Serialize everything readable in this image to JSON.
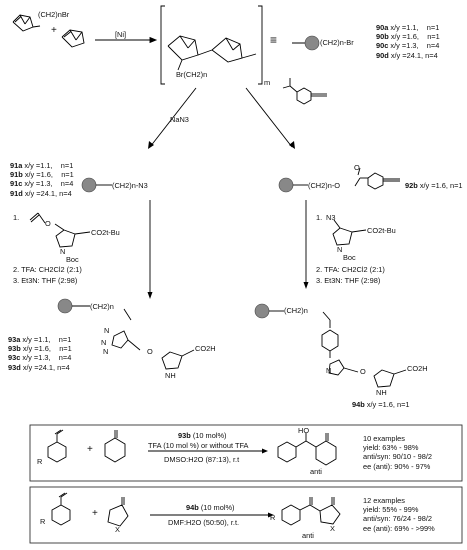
{
  "reagents": {
    "ni_catalyst": "[Ni]",
    "sodium_azide": "NaN3",
    "m_subscript": "m",
    "polymer_repeat_unit": "Br(CH2)n",
    "bromoalkyl_norbornene": "(CH2)nBr",
    "polymer_bead_tail": "(CH2)n-Br",
    "azide_bead_tail": "(CH2)n-N3",
    "ester_bead_tail": "(CH2)n-O",
    "clicked_bead_tail_left": "(CH2)n",
    "clicked_bead_tail_right": "(CH2)n",
    "ester_label": "CO2t-Bu",
    "boc_label": "Boc",
    "n_label": "N",
    "azide_prefix": "N3",
    "acid_label": "CO2H",
    "nh_label": "NH",
    "triazole_n_labels": [
      "N",
      "N",
      "N"
    ],
    "o_labels": [
      "O",
      "O",
      "O",
      "O"
    ],
    "ho_label": "HO"
  },
  "compounds_90": [
    {
      "id": "90a",
      "xy": "x/y =1.1,",
      "n": "n=1"
    },
    {
      "id": "90b",
      "xy": "x/y =1.6,",
      "n": "n=1"
    },
    {
      "id": "90c",
      "xy": "x/y =1.3,",
      "n": "n=4"
    },
    {
      "id": "90d",
      "xy": "x/y =24.1,",
      "n": "n=4"
    }
  ],
  "compounds_91": [
    {
      "id": "91a",
      "xy": "x/y =1.1,",
      "n": "n=1"
    },
    {
      "id": "91b",
      "xy": "x/y =1.6,",
      "n": "n=1"
    },
    {
      "id": "91c",
      "xy": "x/y =1.3,",
      "n": "n=4"
    },
    {
      "id": "91d",
      "xy": "x/y =24.1,",
      "n": "n=4"
    }
  ],
  "compounds_93": [
    {
      "id": "93a",
      "xy": "x/y =1.1,",
      "n": "n=1"
    },
    {
      "id": "93b",
      "xy": "x/y =1.6,",
      "n": "n=1"
    },
    {
      "id": "93c",
      "xy": "x/y =1.3,",
      "n": "n=4"
    },
    {
      "id": "93d",
      "xy": "x/y =24.1,",
      "n": "n=4"
    }
  ],
  "compound_92b": {
    "id": "92b",
    "desc": "x/y =1.6,   n=1"
  },
  "compound_94b": {
    "id": "94b",
    "desc": "x/y =1.6,   n=1"
  },
  "steps_left": [
    "1.",
    "2. TFA: CH2Cl2 (2:1)",
    "3. Et3N: THF      (2:98)"
  ],
  "steps_right": [
    "1.",
    "2. TFA: CH2Cl2 (2:1)",
    "3. Et3N: THF      (2:98)"
  ],
  "reaction1": {
    "catalyst": "93b",
    "catalyst_loading": "(10 mol%)",
    "conditions_line1": "TFA (10 mol %) or without TFA",
    "conditions_line2": "DMSO:H2O (87:13), r.t",
    "product_label": "anti",
    "r_label": "R",
    "results": [
      "10 examples",
      "yield: 63% - 98%",
      "anti/syn: 90/10 - 98/2",
      "ee (anti): 90% - 97%"
    ]
  },
  "reaction2": {
    "catalyst": "94b",
    "catalyst_loading": "(10 mol%)",
    "conditions_line1": "DMF:H2O (50:50), r.t.",
    "product_label": "anti",
    "r_label": "R",
    "x_label": "X",
    "results": [
      "12 examples",
      "yield: 55% - 99%",
      "anti/syn: 76/24 - 98/2",
      "ee (anti): 69% - >99%"
    ]
  },
  "plus_sign": "+",
  "equivalence_sign": "≡"
}
